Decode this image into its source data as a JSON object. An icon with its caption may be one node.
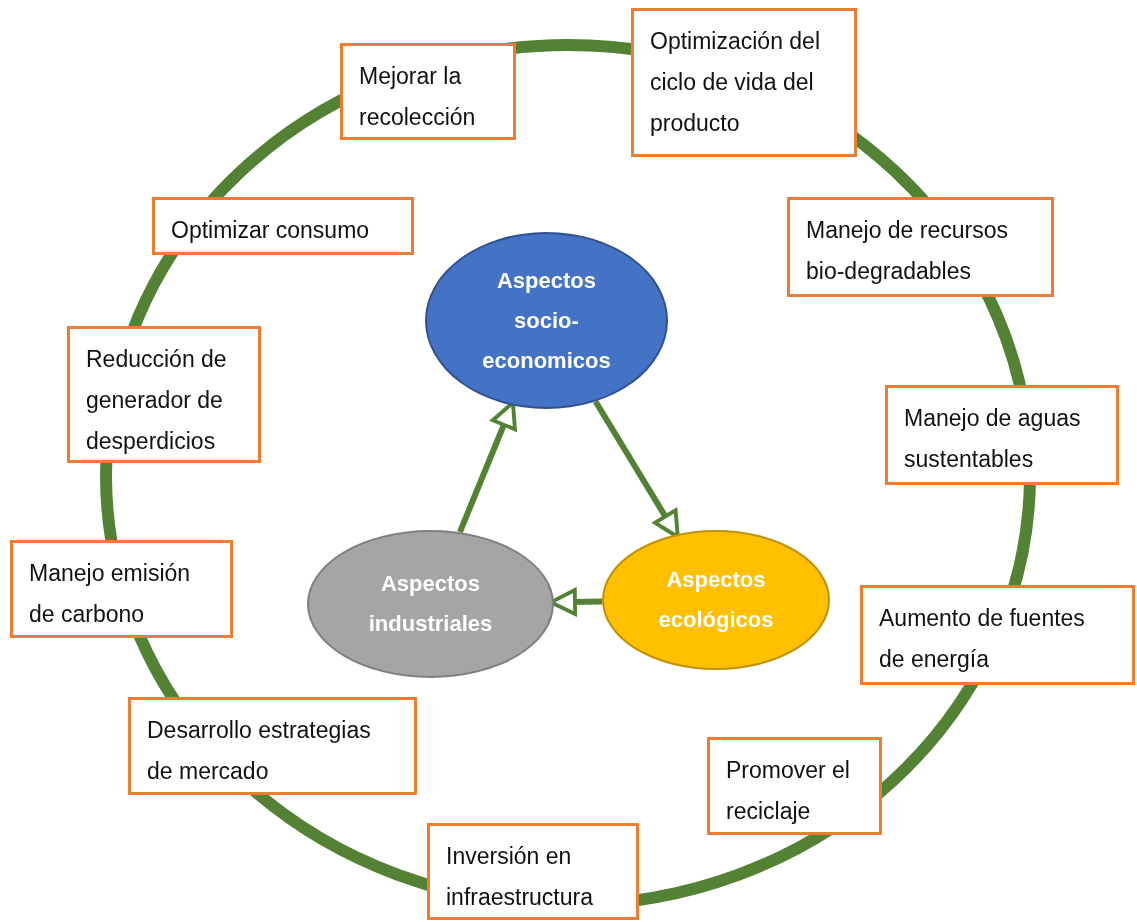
{
  "diagram": {
    "nodes": [
      {
        "text": [
          "Mejorar la recolección"
        ]
      },
      {
        "text": [
          "Optimización del ciclo de vida del producto"
        ]
      },
      {
        "text": [
          "Optimizar consumo"
        ]
      },
      {
        "text": [
          "Manejo de recursos bio-degradables"
        ]
      },
      {
        "text": [
          "Aspectos socio-economicos"
        ]
      },
      {
        "text": [
          "Reducción de generador de desperdicios"
        ]
      },
      {
        "text": [
          "Manejo de aguas sustentables"
        ]
      },
      {
        "text": [
          "Aspectos industriales"
        ]
      },
      {
        "text": [
          "Aspectos ecológicos"
        ]
      },
      {
        "text": [
          "Manejo emisión de carbono"
        ]
      },
      {
        "text": [
          "Aumento de fuentes de energía"
        ]
      },
      {
        "text": [
          "Desarrollo estrategias de mercado"
        ]
      },
      {
        "text": [
          "Promover el reciclaje"
        ]
      },
      {
        "text": [
          "Inversión en infraestructura"
        ]
      }
    ],
    "edges": [
      {
        "from": 7,
        "to": 4,
        "arrow": "to"
      },
      {
        "from": 4,
        "to": 8,
        "arrow": "to"
      },
      {
        "from": 8,
        "to": 7,
        "arrow": "to"
      }
    ]
  }
}
